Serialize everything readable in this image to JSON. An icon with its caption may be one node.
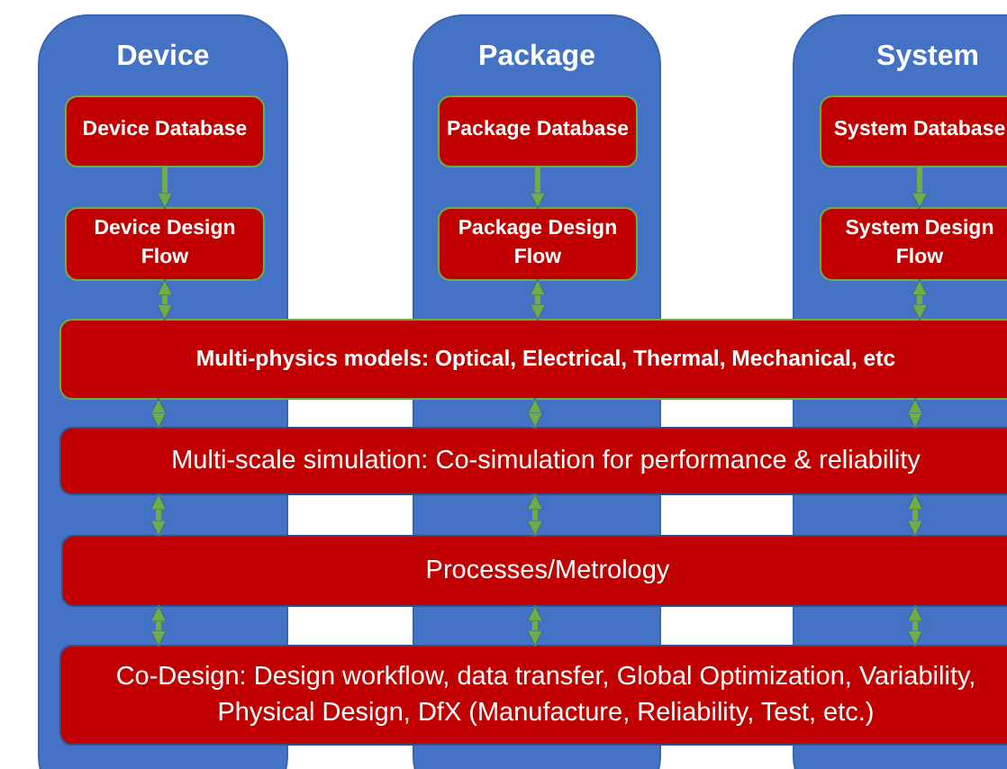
{
  "diagram": {
    "nodes": [
      {
        "text": [
          "Device"
        ]
      },
      {
        "text": [
          "Device Database"
        ],
        "in": 0
      },
      {
        "text": [
          "Device Design Flow"
        ],
        "in": 0
      },
      {
        "text": [
          "Package"
        ]
      },
      {
        "text": [
          "Package Database"
        ],
        "in": 3
      },
      {
        "text": [
          "Package Design Flow"
        ],
        "in": 3
      },
      {
        "text": [
          "System"
        ]
      },
      {
        "text": [
          "System Database"
        ],
        "in": 6
      },
      {
        "text": [
          "System Design Flow"
        ],
        "in": 6
      },
      {
        "text": [
          "Multi-physics models: Optical, Electrical, Thermal, Mechanical, etc"
        ]
      },
      {
        "text": [
          "Multi-scale simulation: Co-simulation for performance & reliability"
        ]
      },
      {
        "text": [
          "Processes/Metrology"
        ]
      },
      {
        "text": [
          "Co-Design: Design workflow, data transfer, Global Optimization, Variability, Physical Design, DfX (Manufacture, Reliability, Test, etc.)"
        ]
      }
    ],
    "edges": [
      {
        "from": 1,
        "to": 2,
        "arrow": "to"
      },
      {
        "from": 4,
        "to": 5,
        "arrow": "to"
      },
      {
        "from": 7,
        "to": 8,
        "arrow": "to"
      },
      {
        "from": 2,
        "to": 9,
        "arrow": "both"
      },
      {
        "from": 5,
        "to": 9,
        "arrow": "both"
      },
      {
        "from": 8,
        "to": 9,
        "arrow": "both"
      },
      {
        "from": 9,
        "to": 10,
        "arrow": "both"
      },
      {
        "from": 9,
        "to": 10,
        "arrow": "both"
      },
      {
        "from": 9,
        "to": 10,
        "arrow": "both"
      },
      {
        "from": 10,
        "to": 11,
        "arrow": "both"
      },
      {
        "from": 10,
        "to": 11,
        "arrow": "both"
      },
      {
        "from": 10,
        "to": 11,
        "arrow": "both"
      },
      {
        "from": 11,
        "to": 12,
        "arrow": "both"
      },
      {
        "from": 11,
        "to": 12,
        "arrow": "both"
      },
      {
        "from": 11,
        "to": 12,
        "arrow": "both"
      }
    ]
  }
}
